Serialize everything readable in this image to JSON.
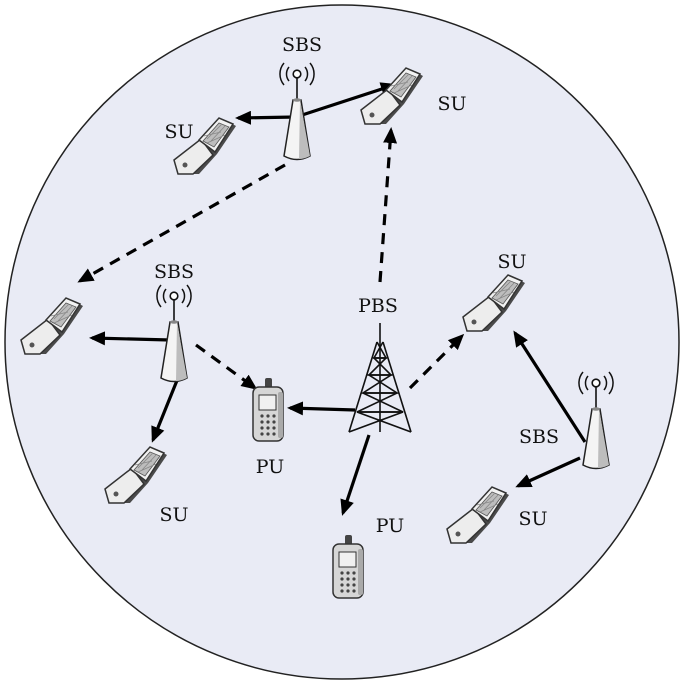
{
  "diagram": {
    "background_color": "#e9ebf5",
    "labels": {
      "sbs_top": "SBS",
      "sbs_left": "SBS",
      "sbs_right": "SBS",
      "pbs": "PBS",
      "su_top_left": "SU",
      "su_top_right": "SU",
      "su_right_top": "SU",
      "su_left_bottom": "SU",
      "su_right_bottom": "SU",
      "pu_left": "PU",
      "pu_bottom": "PU"
    },
    "icons": [
      "small-base-station-icon",
      "primary-base-station-tower-icon",
      "flip-phone-icon",
      "cell-phone-icon"
    ]
  }
}
